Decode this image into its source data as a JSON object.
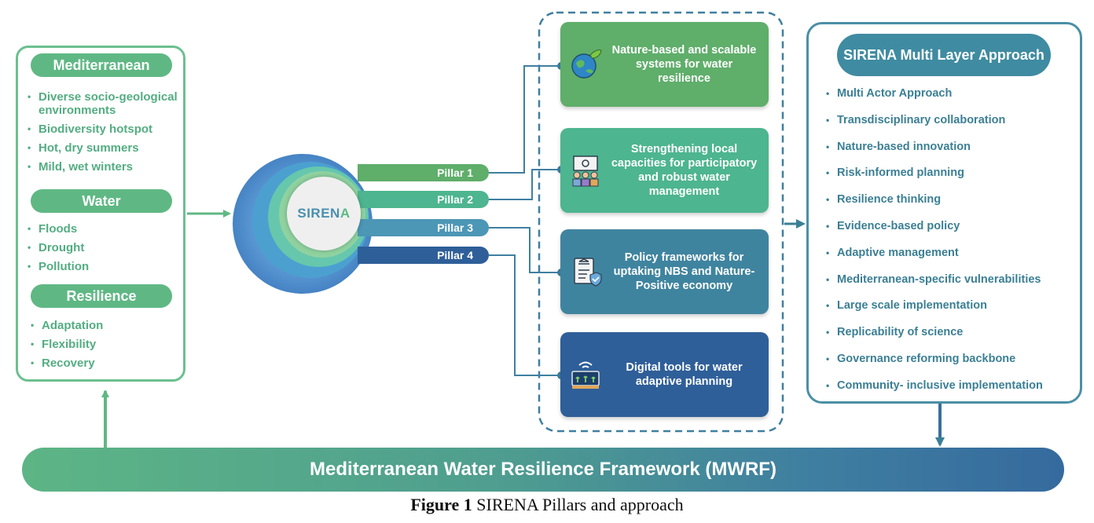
{
  "context": {
    "sections": [
      {
        "title": "Mediterranean",
        "items": [
          "Diverse socio-geological environments",
          "Biodiversity hotspot",
          "Hot, dry summers",
          "Mild, wet winters"
        ]
      },
      {
        "title": "Water",
        "items": [
          "Floods",
          "Drought",
          "Pollution"
        ]
      },
      {
        "title": "Resilience",
        "items": [
          "Adaptation",
          "Flexibility",
          "Recovery"
        ]
      }
    ]
  },
  "core": {
    "label_prefix": "SIREN",
    "label_suffix": "A"
  },
  "pillars": [
    {
      "tab": "Pillar 1",
      "card": "Nature-based and scalable systems for water resilience",
      "icon": "globe-leaf-icon",
      "color": "#5fae6a"
    },
    {
      "tab": "Pillar 2",
      "card": "Strengthening local capacities for participatory and robust water management",
      "icon": "people-board-icon",
      "color": "#4db58f"
    },
    {
      "tab": "Pillar 3",
      "card": "Policy frameworks for uptaking NBS and Nature-Positive economy",
      "icon": "policy-document-icon",
      "color": "#3f849f"
    },
    {
      "tab": "Pillar 4",
      "card": "Digital tools for water adaptive planning",
      "icon": "digital-farm-icon",
      "color": "#2f5f99"
    }
  ],
  "approach": {
    "title": "SIRENA Multi Layer Approach",
    "items": [
      "Multi Actor Approach",
      "Transdisciplinary collaboration",
      "Nature-based innovation",
      "Risk-informed planning",
      "Resilience thinking",
      "Evidence-based policy",
      "Adaptive management",
      "Mediterranean-specific vulnerabilities",
      "Large scale implementation",
      "Replicability of science",
      "Governance reforming backbone",
      "Community- inclusive implementation"
    ]
  },
  "framework": {
    "label": "Mediterranean Water Resilience Framework (MWRF)"
  },
  "caption": {
    "number": "Figure 1",
    "text": "SIRENA Pillars and approach"
  },
  "colors": {
    "green": "#5fb884",
    "teal": "#3f8ba1",
    "blue": "#2f5f99"
  }
}
